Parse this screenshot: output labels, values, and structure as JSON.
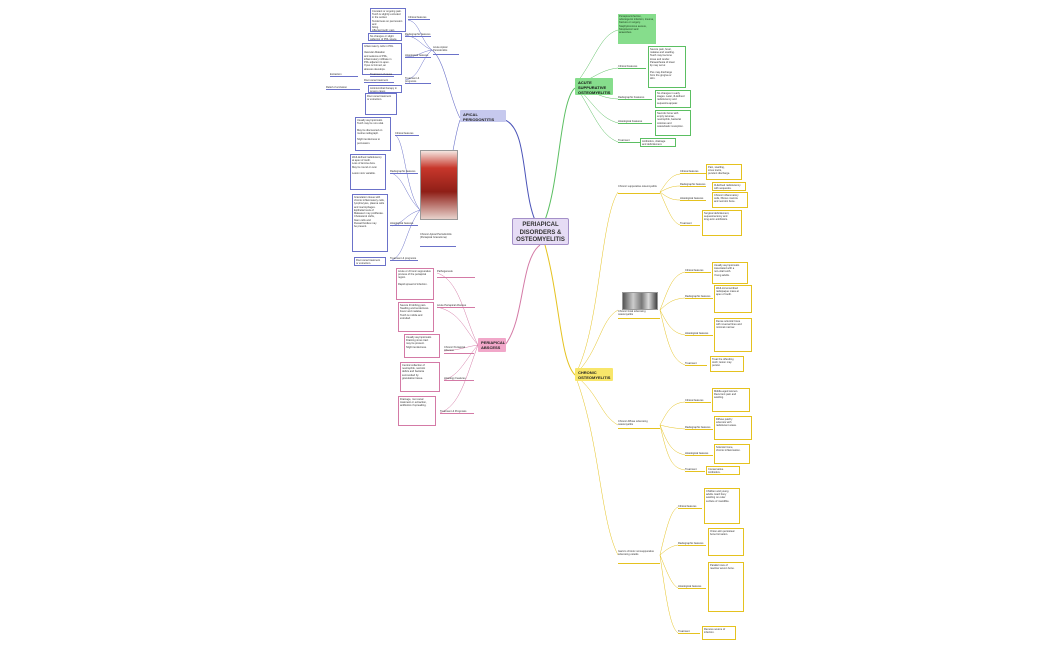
{
  "central": "PERIAPICAL DISORDERS & OSTEOMYELITIS",
  "branches": {
    "apical": {
      "title": "APICAL PERIODONTITIS",
      "children": [
        {
          "label": "Acute Apical Periodontitis",
          "subs": [
            {
              "label": "Clinical features",
              "text": "Constant or ongoing pain.\nTooth is slightly extruded\nin the socket.\nTenderness on percussion and\nbiting.\nAffected tooth: pain relieved\nby biting/pressure."
            },
            {
              "label": "Radiographic features",
              "text": "No changes or slight\nwidening of PDL space."
            },
            {
              "label": "Histological features",
              "text": "Inflammatory cells in PDL\n\nVascular dilatation\nand oedema of PDL,\ninflammatory infiltrate in\nPDL adjacent to apex.\nIf pus is formed, an\nabscess develops."
            },
            {
              "label": "Treatment & prognosis",
              "items": [
                "Treatment of cause",
                "Extraction",
                "Root canal treatment",
                "Relief of occlusion"
              ],
              "text": "Antimicrobial therapy in\nsevere cases\n\nOcclusal adjustment if\nneeded"
            }
          ]
        },
        {
          "label": "Chronic Apical Periodontitis (Periapical Granuloma)",
          "subs": [
            {
              "label": "Clinical features",
              "text": "Usually asymptomatic.\nTooth may be non-vital.\n\nMay be discovered on\nroutine radiograph.\n\nSlight tenderness to\npercussion."
            },
            {
              "label": "Radiographic features",
              "text": "Well-defined radiolucency\nat apex of tooth.\nLoss of lamina dura.\nMay be round or oval.\n\nLesion size variable."
            },
            {
              "label": "Histological features",
              "text": "Granulation tissue with\nchronic inflammatory cells,\nlymphocytes, plasma cells\nand macrophages.\nEpithelial rests of\nMalassez may proliferate.\nCholesterol clefts,\nfoam cells and\nRussell bodies may\nbe present."
            },
            {
              "label": "Treatment & prognosis",
              "text": "Root canal treatment\nor extraction."
            }
          ]
        }
      ]
    },
    "periapical_abscess": {
      "title": "PERIAPICAL ABSCESS",
      "children": [
        {
          "label": "Pathogenesis",
          "text": "Acute or chronic suppurative\nprocess of the periapical region.\n\nRapid spread of infection."
        },
        {
          "label": "Acute Periapical Abscess",
          "text": "Severe throbbing pain.\nSwelling and tenderness.\nFever and malaise.\nTooth is mobile and\nextruded."
        },
        {
          "label": "Chronic Periapical Abscess",
          "text": "Usually asymptomatic.\nDraining sinus tract\nmay be present.\nSlight tenderness."
        },
        {
          "label": "Histology Features",
          "text": "Central collection of\nneutrophils, necrotic\ndebris and bacteria\nsurrounded by\ngranulation tissue."
        },
        {
          "label": "Treatment & Prognosis",
          "text": "Drainage, root canal\ntreatment or extraction,\nantibiotics if spreading."
        }
      ]
    },
    "acute_osteomyelitis": {
      "title": "ACUTE SUPPURATIVE OSTEOMYELITIS",
      "intro": "Periapical infection, odontogenic infection, trauma, fracture or surgery.\nStaphylococcus aureus,\nStreptococci and\nanaerobes.",
      "children": [
        {
          "label": "Clinical Features",
          "text": "Severe pain, fever,\nmalaise and swelling.\nTeeth may become\nloose and tender.\nParaesthesia of lower\nlip may occur.\n\nPus may discharge\nfrom the gingiva or\nskin."
        },
        {
          "label": "Radiographic Features",
          "text": "No changes in early\nstages. Later, ill-defined\nradiolucency and\nsequestra appear."
        },
        {
          "label": "Histological Features",
          "text": "Necrotic bone with\nempty lacunae,\nneutrophils, bacterial\ncolonies and\nosteoclastic resorption."
        },
        {
          "label": "Treatment",
          "text": "Antibiotics, drainage\nand debridement."
        }
      ]
    },
    "chronic_osteomyelitis": {
      "title": "CHRONIC OSTEOMYELITIS",
      "children": [
        {
          "label": "Chronic suppurative osteomyelitis",
          "subs": [
            {
              "label": "Clinical features",
              "text": "Pain, swelling,\nsinus tracts,\npurulent discharge."
            },
            {
              "label": "Radiographic features",
              "text": "Ill-defined radiolucency\nwith sequestra."
            },
            {
              "label": "Histological features",
              "text": "Chronic inflammatory\ncells, fibrous marrow\nand necrotic bone."
            },
            {
              "label": "Treatment",
              "text": "Surgical debridement,\nsequestrectomy and\nlong-term antibiotics."
            }
          ]
        },
        {
          "label": "Chronic focal sclerosing osteomyelitis",
          "subs": [
            {
              "label": "Clinical features",
              "text": "Usually asymptomatic.\nAssociated with a\nnon-vital tooth.\nYoung adults."
            },
            {
              "label": "Radiographic features",
              "text": "Well-circumscribed\nradiopaque mass at\napex of tooth."
            },
            {
              "label": "Histological features",
              "text": "Dense sclerotic bone\nwith reversal lines and\nminimal marrow."
            },
            {
              "label": "Treatment",
              "text": "Treat the offending\ntooth; lesion may\npersist."
            }
          ]
        },
        {
          "label": "Chronic diffuse sclerosing osteomyelitis",
          "subs": [
            {
              "label": "Clinical features",
              "text": "Middle-aged women.\nRecurrent pain and\nswelling."
            },
            {
              "label": "Radiographic features",
              "text": "Diffuse patchy\nsclerosis with\nradiolucent areas."
            },
            {
              "label": "Histological features",
              "text": "Sclerotic bone,\nchronic inflammation."
            },
            {
              "label": "Treatment",
              "text": "Conservative.\nAntibiotics."
            }
          ]
        },
        {
          "label": "Garre's chronic nonsuppurative sclerosing osteitis",
          "subs": [
            {
              "label": "Clinical features",
              "text": "Children and young\nadults. Hard bony\nswelling on outer\nsurface of mandible."
            },
            {
              "label": "Radiographic features",
              "text": "Onion-skin periosteal\nbone formation."
            },
            {
              "label": "Histological features",
              "text": "Parallel rows of\nreactive woven bone."
            },
            {
              "label": "Treatment",
              "text": "Remove source of\ninfection."
            }
          ]
        }
      ]
    }
  }
}
